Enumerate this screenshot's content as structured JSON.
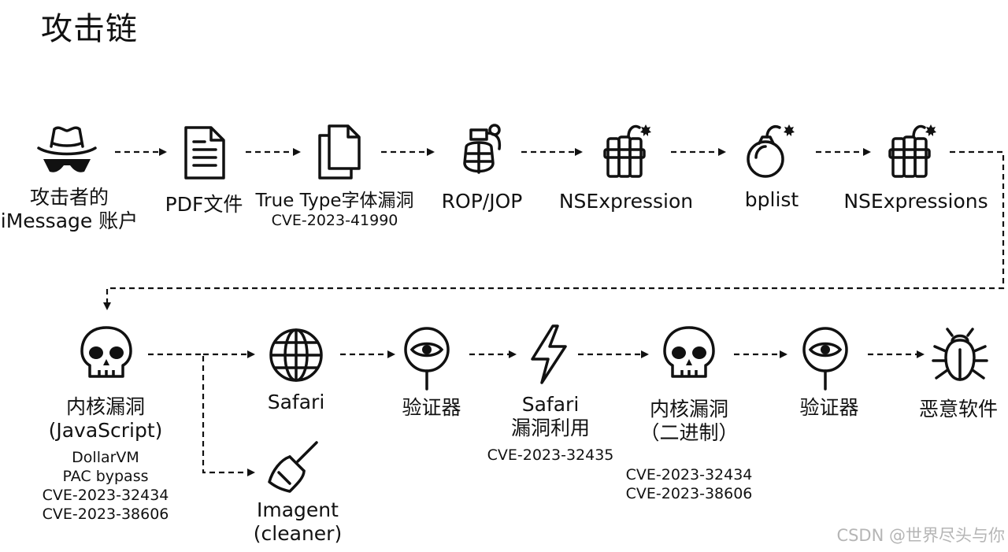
{
  "title": "攻击链",
  "nodes": [
    {
      "id": "attacker",
      "icon": "hacker-icon",
      "label": [
        "攻击者的",
        "iMessage 账户"
      ],
      "sub": []
    },
    {
      "id": "pdf",
      "icon": "document-icon",
      "label": [
        "PDF文件"
      ],
      "sub": []
    },
    {
      "id": "truetype",
      "icon": "copy-files-icon",
      "label": [
        "True Type字体漏洞"
      ],
      "sub": [
        "CVE-2023-41990"
      ]
    },
    {
      "id": "rop",
      "icon": "grenade-icon",
      "label": [
        "ROP/JOP"
      ],
      "sub": []
    },
    {
      "id": "nsexpression",
      "icon": "dynamite-icon",
      "label": [
        "NSExpression"
      ],
      "sub": []
    },
    {
      "id": "bplist",
      "icon": "bomb-icon",
      "label": [
        "bplist"
      ],
      "sub": []
    },
    {
      "id": "nsexpressions",
      "icon": "dynamite-icon",
      "label": [
        "NSExpressions"
      ],
      "sub": []
    },
    {
      "id": "kernel-js",
      "icon": "skull-icon",
      "label": [
        "内核漏洞",
        "(JavaScript)"
      ],
      "sub": [
        "DollarVM",
        "PAC bypass",
        "CVE-2023-32434",
        "CVE-2023-38606"
      ]
    },
    {
      "id": "safari",
      "icon": "globe-icon",
      "label": [
        "Safari"
      ],
      "sub": []
    },
    {
      "id": "imagent",
      "icon": "broom-icon",
      "label": [
        "Imagent",
        "(cleaner)"
      ],
      "sub": []
    },
    {
      "id": "validator-1",
      "icon": "eye-pin-icon",
      "label": [
        "验证器"
      ],
      "sub": []
    },
    {
      "id": "safari-exploit",
      "icon": "lightning-icon",
      "label": [
        "Safari",
        "漏洞利用"
      ],
      "sub": [
        "CVE-2023-32435"
      ]
    },
    {
      "id": "kernel-bin",
      "icon": "skull-icon",
      "label": [
        "内核漏洞",
        "（二进制）"
      ],
      "sub": [
        "CVE-2023-32434",
        "CVE-2023-38606"
      ]
    },
    {
      "id": "validator-2",
      "icon": "eye-pin-icon",
      "label": [
        "验证器"
      ],
      "sub": []
    },
    {
      "id": "malware",
      "icon": "bug-icon",
      "label": [
        "恶意软件"
      ],
      "sub": []
    }
  ],
  "edges": [
    [
      "attacker",
      "pdf"
    ],
    [
      "pdf",
      "truetype"
    ],
    [
      "truetype",
      "rop"
    ],
    [
      "rop",
      "nsexpression"
    ],
    [
      "nsexpression",
      "bplist"
    ],
    [
      "bplist",
      "nsexpressions"
    ],
    [
      "nsexpressions",
      "kernel-js"
    ],
    [
      "kernel-js",
      "safari"
    ],
    [
      "kernel-js",
      "imagent"
    ],
    [
      "safari",
      "validator-1"
    ],
    [
      "validator-1",
      "safari-exploit"
    ],
    [
      "safari-exploit",
      "kernel-bin"
    ],
    [
      "kernel-bin",
      "validator-2"
    ],
    [
      "validator-2",
      "malware"
    ]
  ],
  "watermark": "CSDN @世界尽头与你",
  "colors": {
    "ink": "#111111",
    "watermark": "#b5b5b5"
  }
}
